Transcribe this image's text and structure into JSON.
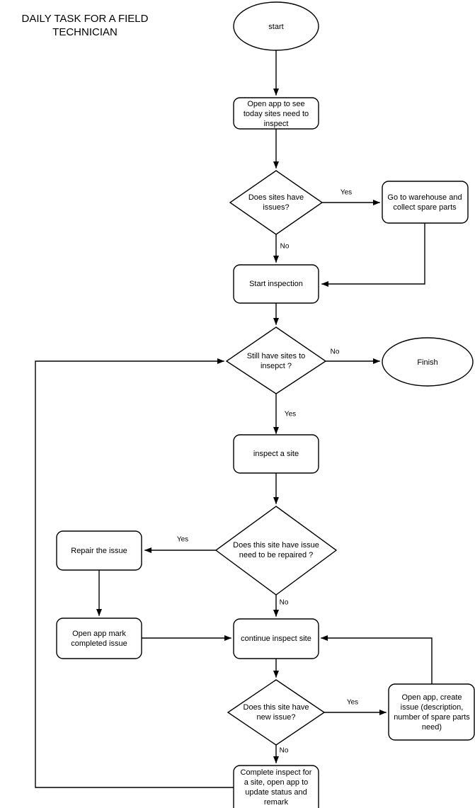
{
  "diagram": {
    "title_lines": [
      "DAILY TASK FOR A FIELD",
      "TECHNICIAN"
    ],
    "title_line1": "DAILY TASK FOR A FIELD",
    "title_line2": "TECHNICIAN",
    "background_color": "#ffffff",
    "stroke_color": "#000000",
    "fill_color": "#ffffff",
    "type": "flowchart"
  },
  "nodes": {
    "start": {
      "label": "start",
      "shape": "ellipse"
    },
    "open_app_today": {
      "line1": "Open app to see",
      "line2": "today sites need to",
      "line3": "inspect",
      "shape": "rounded-rect"
    },
    "sites_have_issues": {
      "line1": "Does sites have",
      "line2": "issues?",
      "shape": "diamond"
    },
    "go_warehouse": {
      "line1": "Go to warehouse and",
      "line2": "collect spare parts",
      "shape": "rounded-rect"
    },
    "start_inspection": {
      "label": "Start inspection",
      "shape": "rounded-rect"
    },
    "still_have_sites": {
      "line1": "Still have sites to",
      "line2": "insepct ?",
      "shape": "diamond"
    },
    "finish": {
      "label": "Finish",
      "shape": "ellipse"
    },
    "inspect_a_site": {
      "label": "inspect a site",
      "shape": "rounded-rect"
    },
    "site_need_repair": {
      "line1": "Does this site have issue",
      "line2": "need to be repaired ?",
      "shape": "diamond"
    },
    "repair_the_issue": {
      "label": "Repair the issue",
      "shape": "rounded-rect"
    },
    "open_app_mark": {
      "line1": "Open app mark",
      "line2": "completed issue",
      "shape": "rounded-rect"
    },
    "continue_inspect": {
      "label": "continue inspect site",
      "shape": "rounded-rect"
    },
    "site_new_issue": {
      "line1": "Does this site have",
      "line2": "new issue?",
      "shape": "diamond"
    },
    "open_app_create_issue": {
      "line1": "Open app, create",
      "line2": "issue (description,",
      "line3": "number of spare parts",
      "line4": "need)",
      "shape": "rounded-rect"
    },
    "complete_inspect": {
      "line1": "Complete inspect for",
      "line2": "a site, open app to",
      "line3": "update status and",
      "line4": "remark",
      "shape": "rounded-rect"
    }
  },
  "edge_labels": {
    "issues_yes": "Yes",
    "issues_no": "No",
    "still_sites_no": "No",
    "still_sites_yes": "Yes",
    "repair_yes": "Yes",
    "repair_no": "No",
    "new_issue_yes": "Yes",
    "new_issue_no": "No"
  }
}
